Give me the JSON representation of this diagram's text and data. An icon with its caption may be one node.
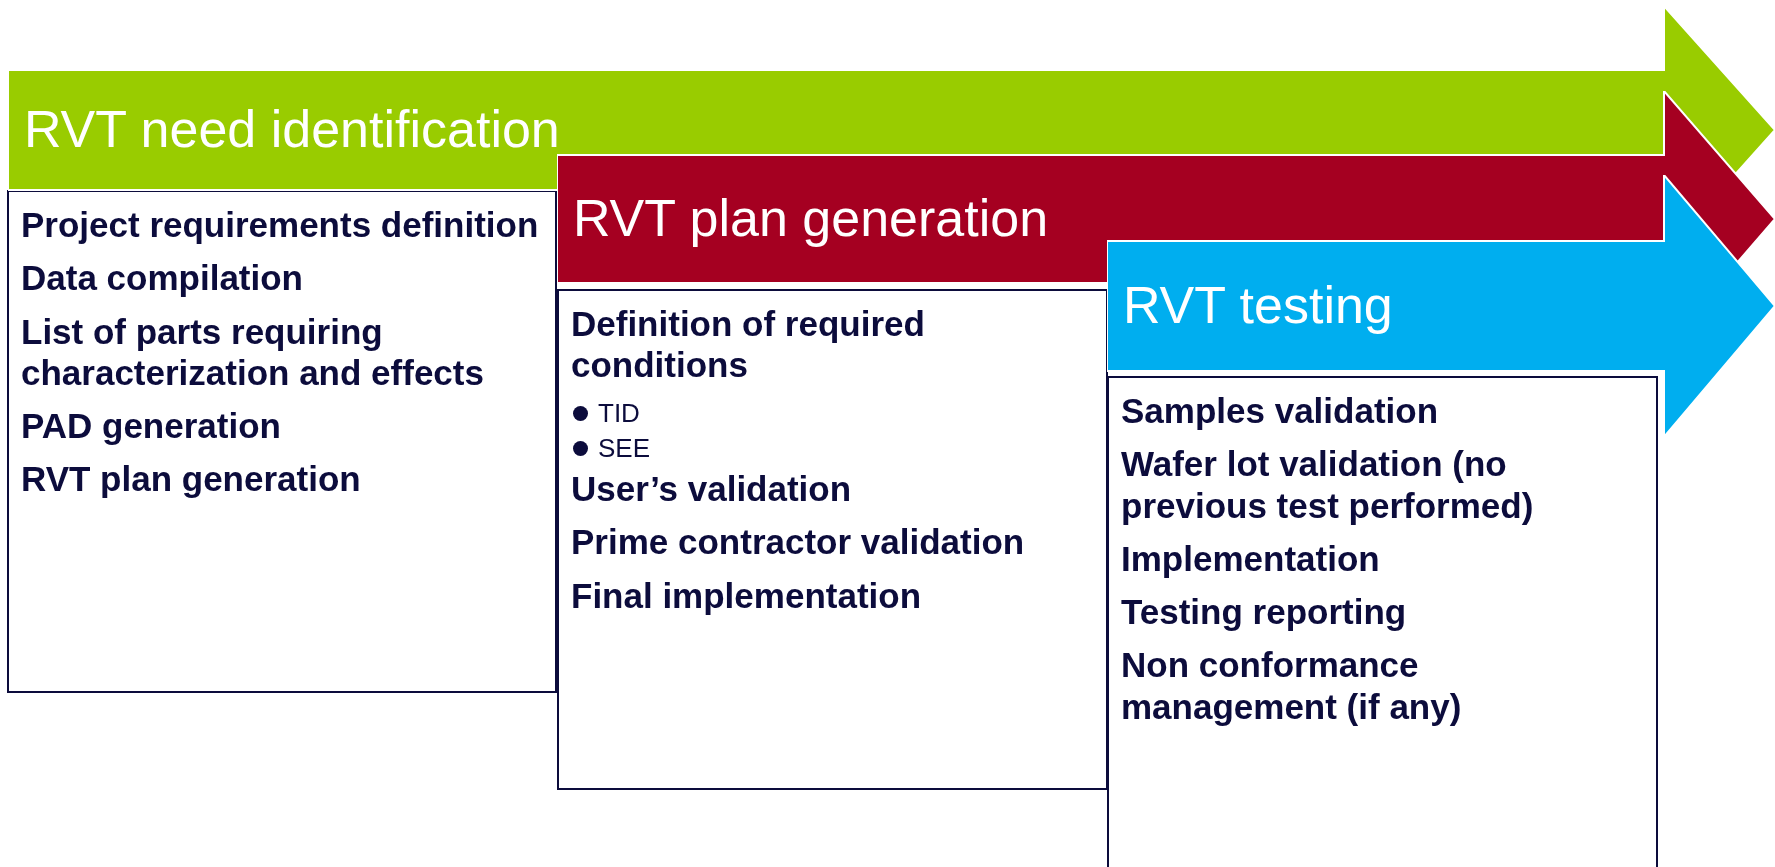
{
  "diagram": {
    "nodes": [
      {
        "text": [
          "RVT need identification"
        ]
      },
      {
        "text": [
          "Project requirements definition",
          "Data compilation",
          "List of parts requiring characterization and effects",
          "PAD generation",
          "RVT plan generation"
        ]
      },
      {
        "text": [
          "RVT plan generation"
        ]
      },
      {
        "text": [
          "Definition of required conditions",
          "TID",
          "SEE",
          "User’s validation",
          "Prime contractor validation",
          "Final implementation"
        ]
      },
      {
        "text": [
          "RVT testing"
        ]
      },
      {
        "text": [
          "Samples validation",
          "Wafer lot validation (no previous test performed)",
          "Implementation",
          "Testing reporting",
          "Non conformance management  (if any)"
        ]
      }
    ],
    "edges": []
  }
}
